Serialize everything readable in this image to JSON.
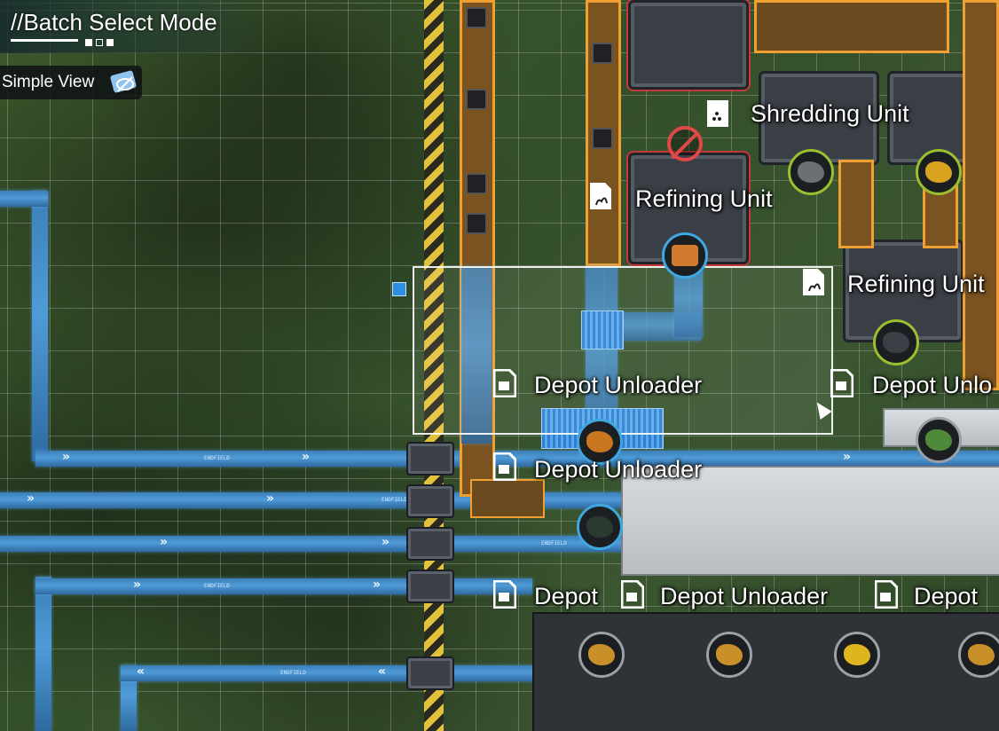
{
  "hud": {
    "mode_title": "//Batch Select Mode",
    "simple_view_label": "Simple View"
  },
  "labels": {
    "shredding_unit": "Shredding Unit",
    "refining_unit_1": "Refining Unit",
    "refining_unit_2": "Refining Unit",
    "depot_unloader_1": "Depot Unloader",
    "depot_unloader_2": "Depot Unlo",
    "depot_unloader_3": "Depot Unloader",
    "depot_unloader_4": "Depot",
    "depot_unloader_5": "Depot Unloader",
    "depot_unloader_6": "Depot"
  },
  "belt_tag": "ENDFIELD",
  "colors": {
    "selection": "#ffffff",
    "conveyor": "#4f9bd8",
    "machine_ring": "#9bbf2f",
    "accent_orange": "#f0a030"
  }
}
